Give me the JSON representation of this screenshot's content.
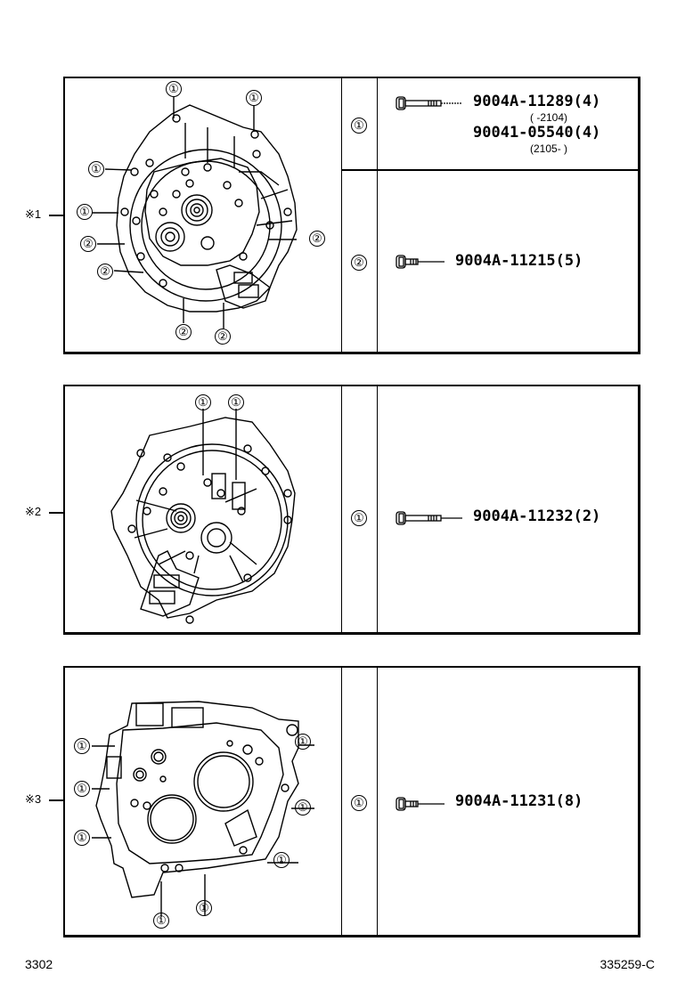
{
  "diagram": {
    "sections": [
      {
        "ref_label": "※1",
        "figure": "transmission-housing-bell-side",
        "callouts_in_figure": [
          "①",
          "①",
          "①",
          "①",
          "②",
          "②",
          "②",
          "②",
          "②"
        ],
        "rows": [
          {
            "key": "①",
            "parts": [
              {
                "part_number": "9004A-11289(4)",
                "applicability": "(      -2104)"
              },
              {
                "part_number": "90041-05540(4)",
                "applicability": "(2105-      )"
              }
            ],
            "icon": "long-flange-bolt"
          },
          {
            "key": "②",
            "parts": [
              {
                "part_number": "9004A-11215(5)"
              }
            ],
            "icon": "short-flange-bolt"
          }
        ]
      },
      {
        "ref_label": "※2",
        "figure": "transmission-housing-case-side",
        "callouts_in_figure": [
          "①",
          "①"
        ],
        "rows": [
          {
            "key": "①",
            "parts": [
              {
                "part_number": "9004A-11232(2)"
              }
            ],
            "icon": "long-flange-bolt"
          }
        ]
      },
      {
        "ref_label": "※3",
        "figure": "transmission-case-rear-cover",
        "callouts_in_figure": [
          "①",
          "①",
          "①",
          "①",
          "①",
          "①",
          "①",
          "①"
        ],
        "rows": [
          {
            "key": "①",
            "parts": [
              {
                "part_number": "9004A-11231(8)"
              }
            ],
            "icon": "short-flange-bolt"
          }
        ]
      }
    ]
  },
  "footer": {
    "page_code": "3302",
    "illustration_id": "335259-C"
  }
}
